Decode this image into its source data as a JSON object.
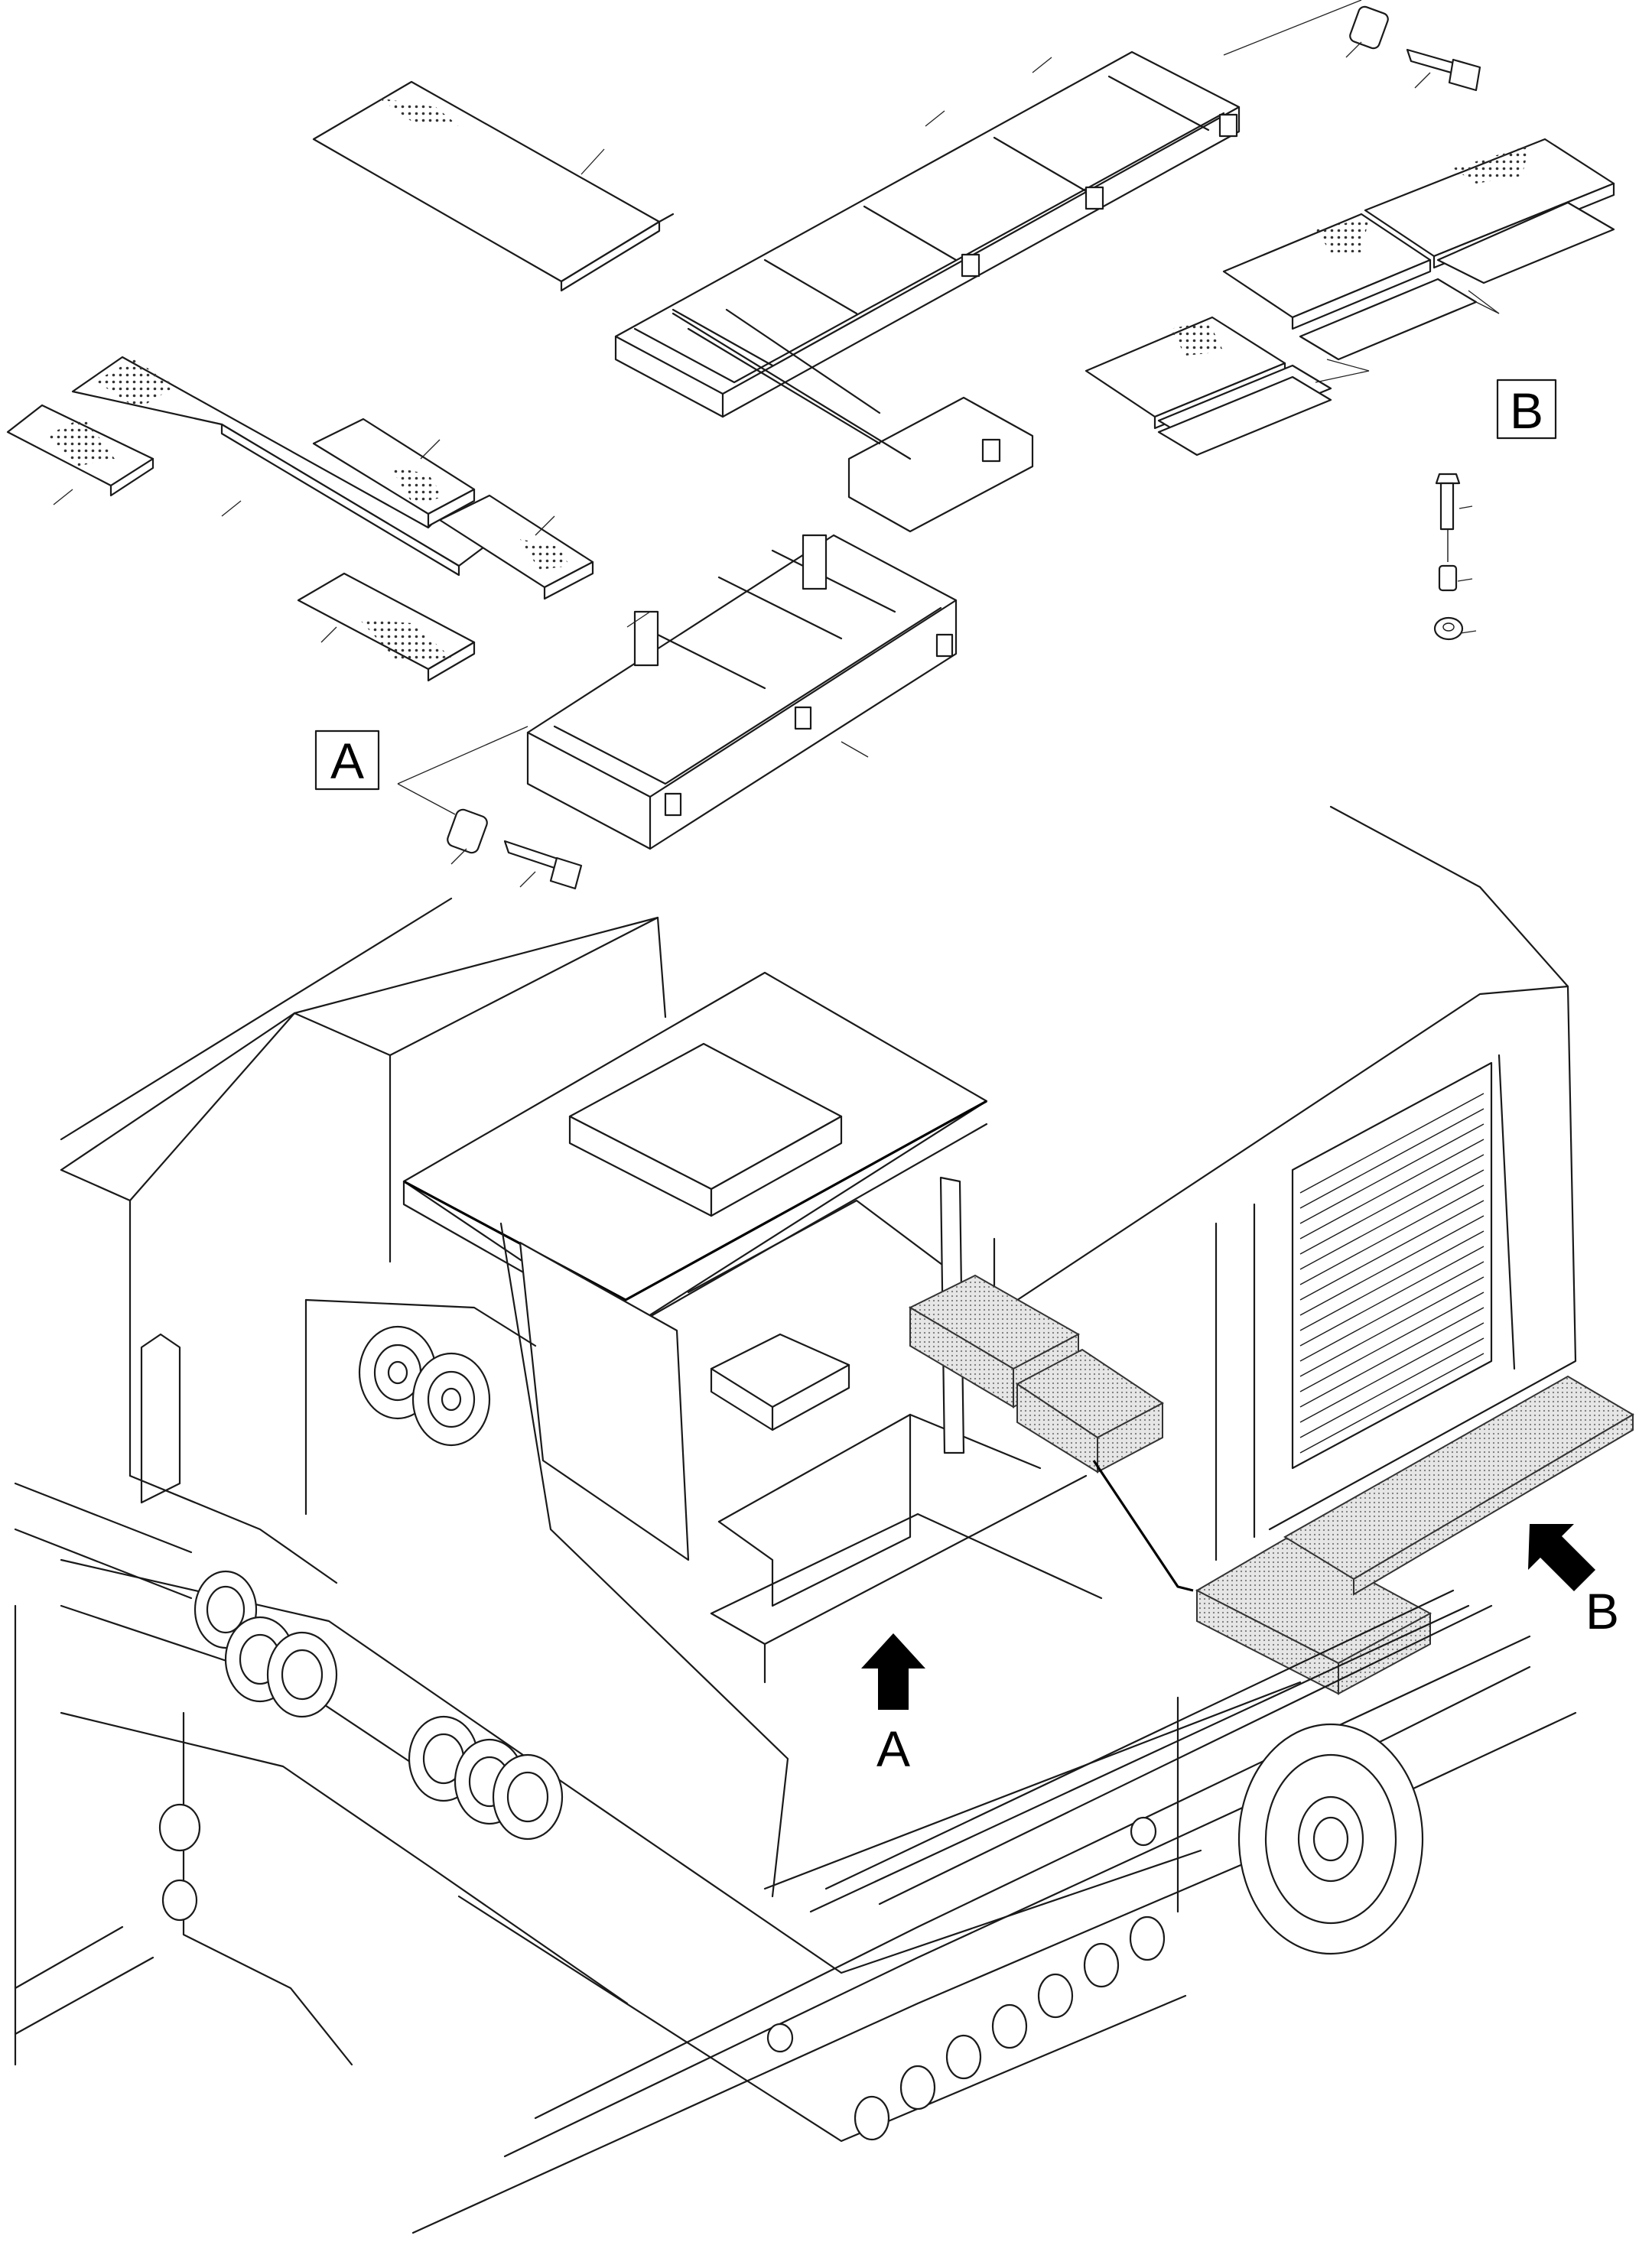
{
  "diagram": {
    "callouts": {
      "box_a": "A",
      "box_b": "B",
      "arrow_a": "A",
      "arrow_b": "B"
    },
    "icons": [
      "arrow-up-icon",
      "arrow-up-left-icon"
    ]
  }
}
